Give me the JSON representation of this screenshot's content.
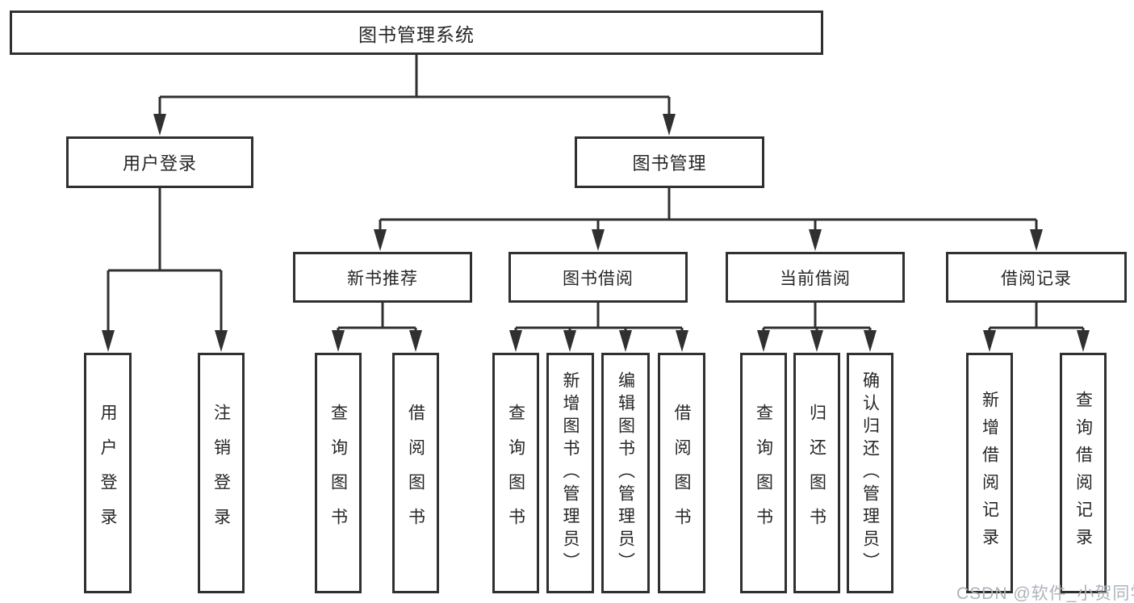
{
  "tree": {
    "root": {
      "label": "图书管理系统"
    },
    "branches": [
      {
        "label": "用户登录",
        "children": [
          {
            "label": "用户登录"
          },
          {
            "label": "注销登录"
          }
        ]
      },
      {
        "label": "图书管理",
        "children": [
          {
            "label": "新书推荐",
            "children": [
              {
                "label": "查询图书"
              },
              {
                "label": "借阅图书"
              }
            ]
          },
          {
            "label": "图书借阅",
            "children": [
              {
                "label": "查询图书"
              },
              {
                "label": "新增图书（管理员）"
              },
              {
                "label": "编辑图书（管理员）"
              },
              {
                "label": "借阅图书"
              }
            ]
          },
          {
            "label": "当前借阅",
            "children": [
              {
                "label": "查询图书"
              },
              {
                "label": "归还图书"
              },
              {
                "label": "确认归还（管理员）"
              }
            ]
          },
          {
            "label": "借阅记录",
            "children": [
              {
                "label": "新增借阅记录"
              },
              {
                "label": "查询借阅记录"
              }
            ]
          }
        ]
      }
    ]
  },
  "watermark": {
    "text": "CSDN @软件_小贺同学"
  },
  "colors": {
    "line": "#303030",
    "text": "#262626",
    "watermark": "#aeb3ba",
    "background": "#ffffff"
  }
}
